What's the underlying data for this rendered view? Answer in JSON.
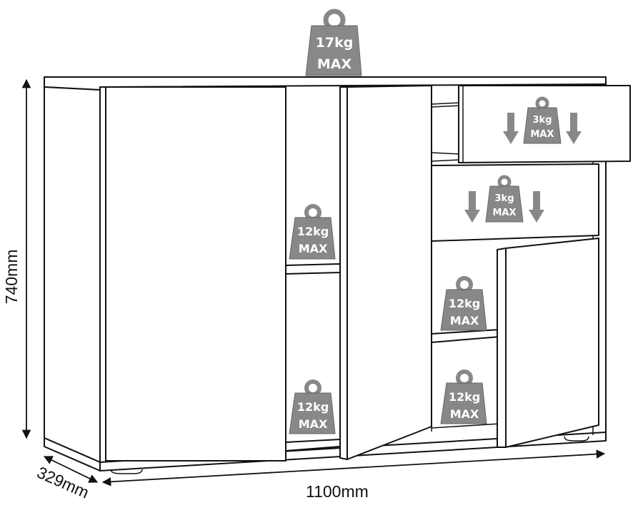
{
  "diagram": {
    "subject": "Sideboard cabinet with 3 doors and 2 drawers",
    "dimensions": {
      "height": "740mm",
      "width": "1100mm",
      "depth": "329mm"
    },
    "load_labels": {
      "top": {
        "weight": "17kg",
        "max": "MAX"
      },
      "drawer_top": {
        "weight": "3kg",
        "max": "MAX"
      },
      "drawer_bottom": {
        "weight": "3kg",
        "max": "MAX"
      },
      "left_shelf_upper": {
        "weight": "12kg",
        "max": "MAX"
      },
      "left_shelf_lower": {
        "weight": "12kg",
        "max": "MAX"
      },
      "right_shelf_upper": {
        "weight": "12kg",
        "max": "MAX"
      },
      "right_shelf_lower": {
        "weight": "12kg",
        "max": "MAX"
      }
    },
    "colors": {
      "weight_fill": "#888888",
      "line": "#111111",
      "background": "#ffffff"
    }
  }
}
